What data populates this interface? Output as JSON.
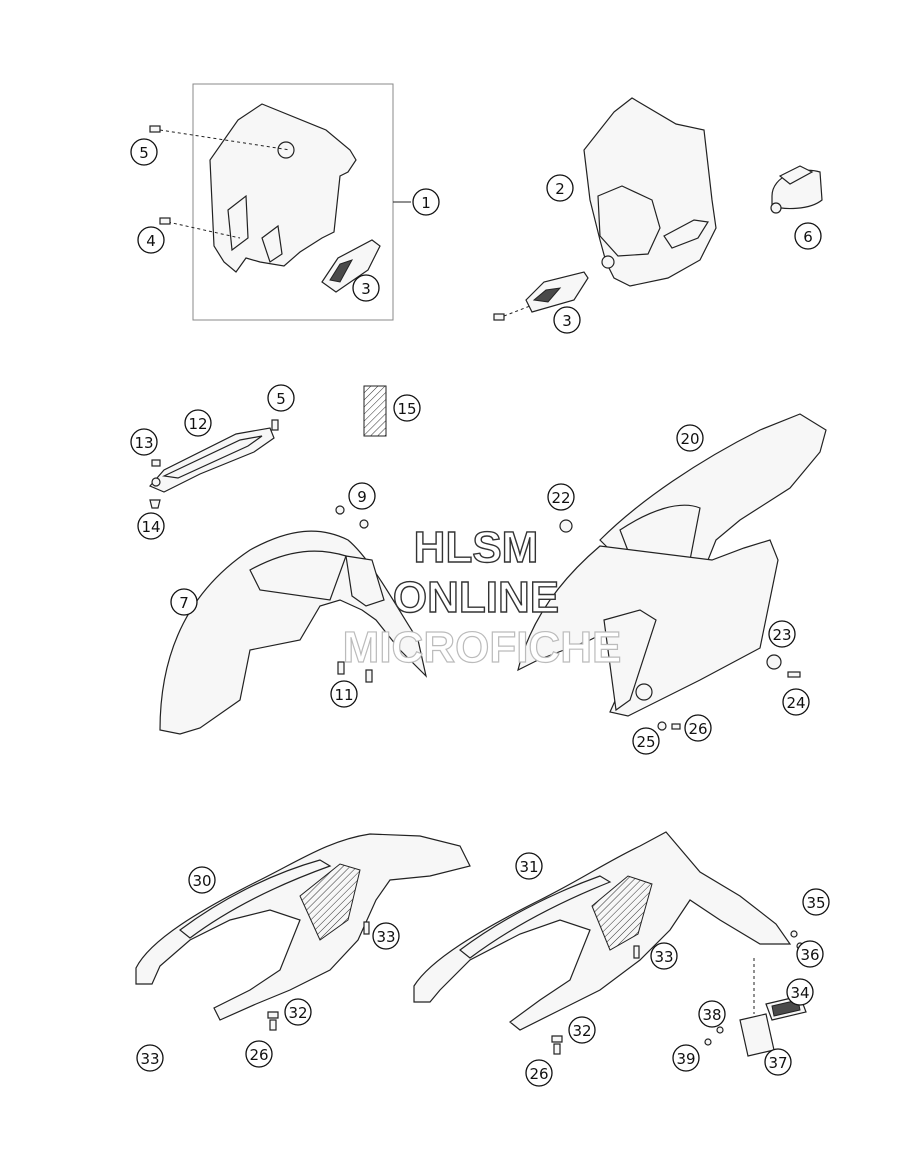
{
  "watermark": {
    "line1": "HLSM",
    "line2": "ONLINE",
    "line3": "MICROFICHE"
  },
  "callouts": [
    "1",
    "2",
    "3",
    "3",
    "4",
    "5",
    "5",
    "6",
    "7",
    "9",
    "11",
    "12",
    "13",
    "14",
    "15",
    "20",
    "22",
    "23",
    "24",
    "25",
    "26",
    "26",
    "26",
    "30",
    "31",
    "32",
    "32",
    "33",
    "33",
    "33",
    "34",
    "35",
    "36",
    "37",
    "38",
    "39"
  ],
  "colors": {
    "line": "#222222",
    "fill": "#f7f7f7",
    "watermark_outline": "#333333"
  }
}
